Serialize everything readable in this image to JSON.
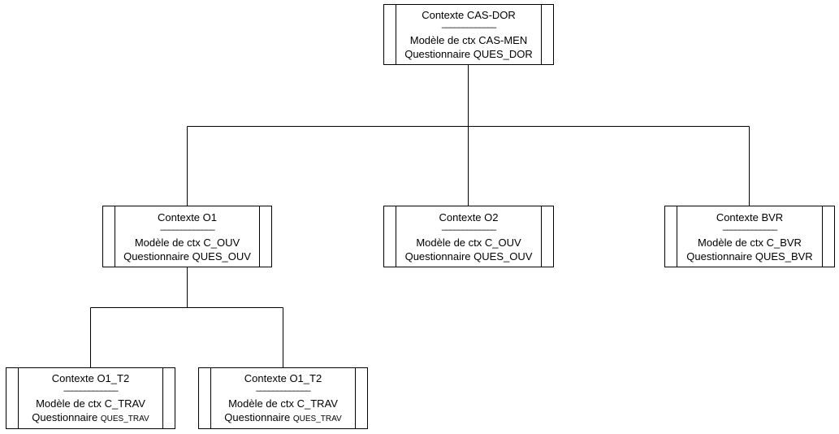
{
  "nodes": {
    "cas_dor": {
      "title": "Contexte CAS-DOR",
      "separator": "–––––––––––––",
      "model": "Modèle de ctx CAS-MEN",
      "quest_label": "Questionnaire",
      "quest_value": "QUES_DOR"
    },
    "o1": {
      "title": "Contexte O1",
      "separator": "–––––––––––––",
      "model": "Modèle de ctx C_OUV",
      "quest_label": "Questionnaire",
      "quest_value": "QUES_OUV"
    },
    "o2": {
      "title": "Contexte O2",
      "separator": "–––––––––––––",
      "model": "Modèle de ctx C_OUV",
      "quest_label": "Questionnaire",
      "quest_value": "QUES_OUV"
    },
    "bvr": {
      "title": "Contexte BVR",
      "separator": "–––––––––––––",
      "model": "Modèle de ctx C_BVR",
      "quest_label": "Questionnaire",
      "quest_value": "QUES_BVR"
    },
    "o1_t2_a": {
      "title": "Contexte O1_T2",
      "separator": "–––––––––––––",
      "model": "Modèle de ctx C_TRAV",
      "quest_label": "Questionnaire",
      "quest_value": "QUES_TRAV"
    },
    "o1_t2_b": {
      "title": "Contexte O1_T2",
      "separator": "–––––––––––––",
      "model": "Modèle de ctx C_TRAV",
      "quest_label": "Questionnaire",
      "quest_value": "QUES_TRAV"
    }
  },
  "colors": {
    "stroke": "#000000",
    "background": "#ffffff"
  }
}
